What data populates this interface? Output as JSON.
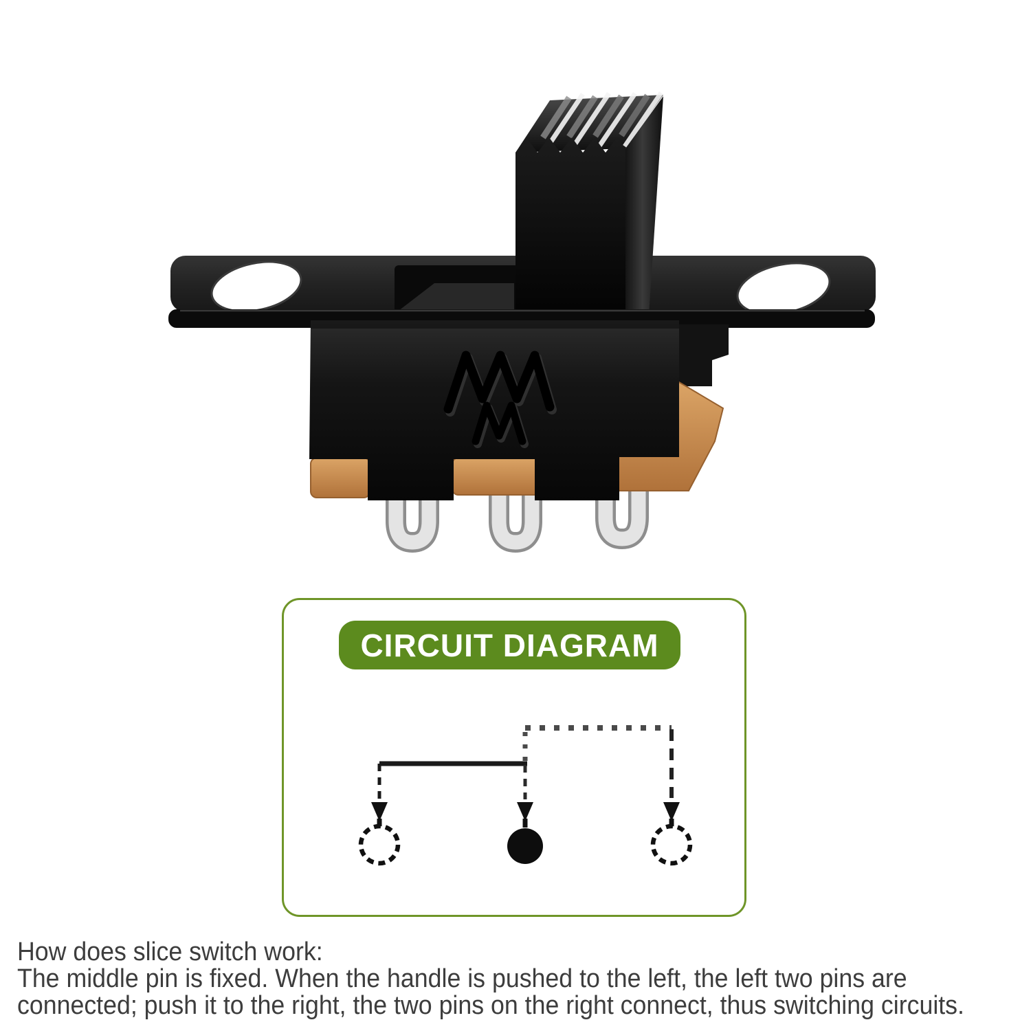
{
  "product_photo": {
    "name": "slide-switch",
    "pins_visible": 3,
    "handle_position": "right",
    "colors": {
      "plastic": "#161616",
      "insulator": "#c98a52",
      "pins": "#dcdcdc"
    }
  },
  "circuit_panel": {
    "title": "CIRCUIT DIAGRAM",
    "border_color": "#6f9528",
    "title_bg": "#5c8b1e",
    "title_color": "#ffffff",
    "diagram": {
      "line_color": "#1a1a1a",
      "pins": [
        {
          "position": "left",
          "symbol": "open-circle",
          "link": "solid-line"
        },
        {
          "position": "middle",
          "symbol": "filled-circle",
          "link": "common-fixed"
        },
        {
          "position": "right",
          "symbol": "open-circle",
          "link": "dashed-line"
        }
      ]
    }
  },
  "description": {
    "color": "#3d3d3d",
    "lines": [
      "How does slice switch work:",
      "The middle pin is fixed. When the handle is pushed to the left, the left two pins are",
      "connected; push it to the right, the two pins on the right connect, thus switching circuits."
    ]
  }
}
